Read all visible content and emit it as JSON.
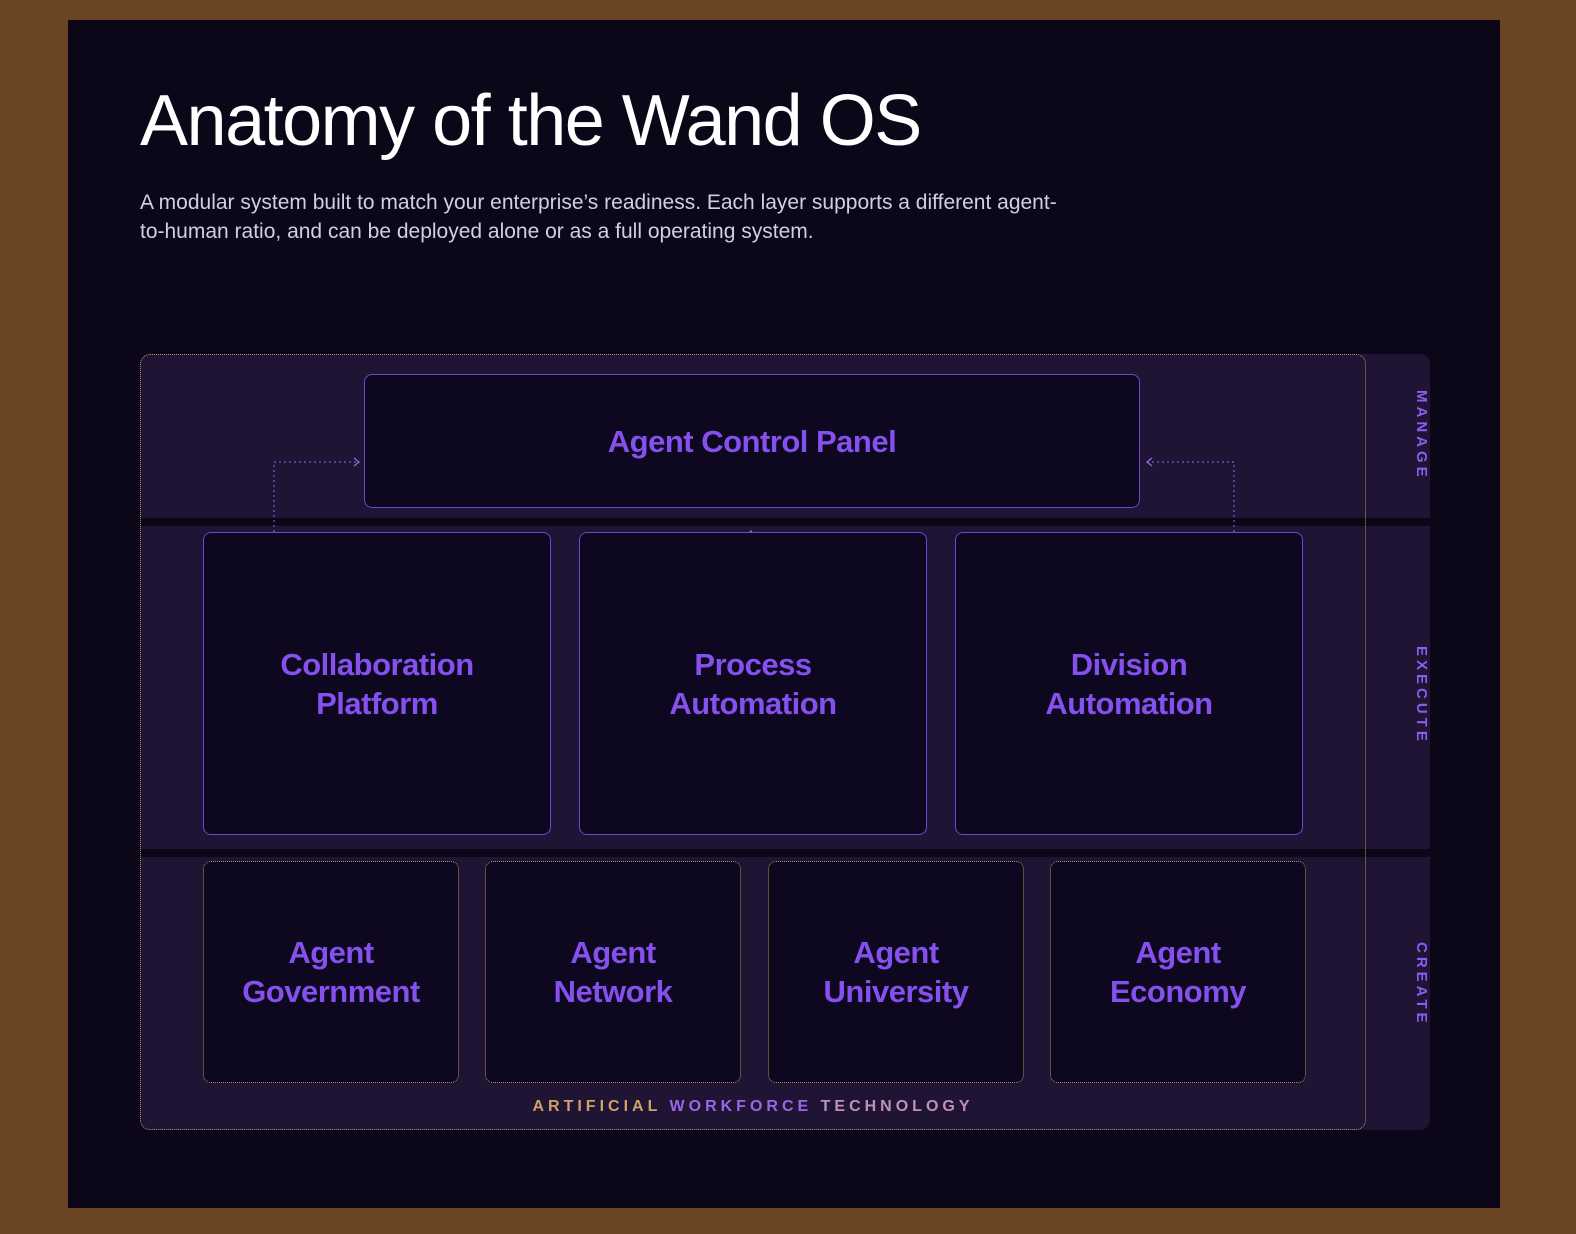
{
  "header": {
    "title": "Anatomy of the Wand OS",
    "subtitle": "A modular system built to match your enterprise’s readiness. Each layer supports a different agent-to-human ratio, and can be deployed alone or as a full operating system."
  },
  "diagram": {
    "layers": {
      "manage": {
        "label": "MANAGE",
        "box": "Agent Control Panel"
      },
      "execute": {
        "label": "EXECUTE",
        "boxes": [
          "Collaboration\nPlatform",
          "Process\nAutomation",
          "Division\nAutomation"
        ]
      },
      "create": {
        "label": "CREATE",
        "boxes": [
          "Agent\nGovernment",
          "Agent\nNetwork",
          "Agent\nUniversity",
          "Agent\nEconomy"
        ]
      }
    },
    "frame_label": {
      "word1": "ARTIFICIAL",
      "word2": "WORKFORCE",
      "word3": "TECHNOLOGY"
    }
  },
  "colors": {
    "page_background": "#6b4423",
    "card_background": "#0b0719",
    "band_background": "#1f1433",
    "box_background": "#0d071f",
    "accent_purple": "#8550ee",
    "gold_dotted": "#b4985a"
  }
}
